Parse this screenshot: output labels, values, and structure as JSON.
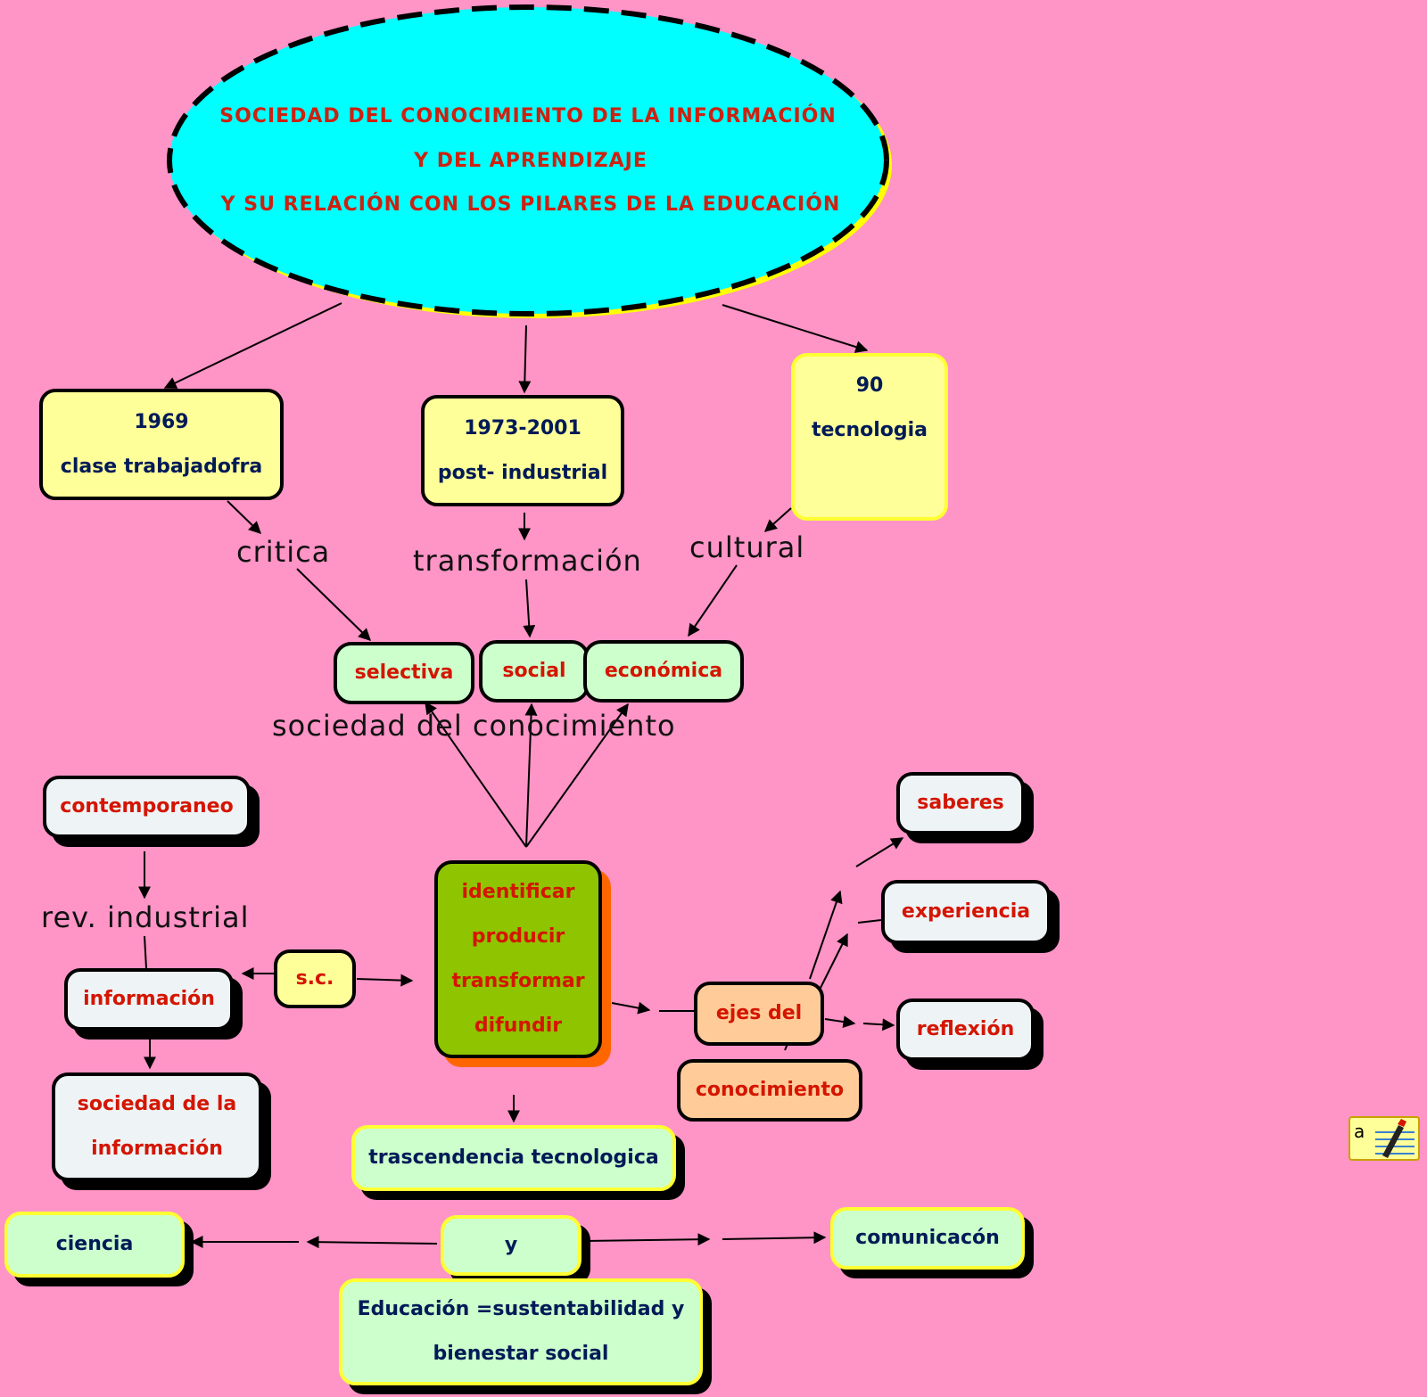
{
  "title": {
    "line1": "SOCIEDAD DEL CONOCIMIENTO DE LA INFORMACIÓN",
    "line2": "Y DEL APRENDIZAJE",
    "line3": "Y SU RELACIÓN CON LOS PILARES DE LA EDUCACIÓN"
  },
  "eras": {
    "e1969": {
      "year": "1969",
      "text": "clase trabajadofra"
    },
    "e1973": {
      "year": "1973-2001",
      "text": "post- industrial"
    },
    "e90": {
      "year": "90",
      "text": "tecnologia"
    }
  },
  "linking_phrases": {
    "critica": "critica",
    "transformacion": "transformación",
    "cultural": "cultural",
    "sociedad_conocimiento": "sociedad del conocimiento",
    "rev_industrial": "rev. industrial"
  },
  "types": {
    "selectiva": "selectiva",
    "social": "social",
    "economica": "económica"
  },
  "left": {
    "contemporaneo": "contemporaneo",
    "informacion": "información",
    "sociedad_info_1": "sociedad de la",
    "sociedad_info_2": "información",
    "sc": "s.c."
  },
  "center": {
    "verbs": [
      "identificar",
      "producir",
      "transformar",
      "difundir"
    ],
    "trascendencia": "trascendencia tecnologica"
  },
  "ejes": {
    "ejes_del": "ejes del",
    "conocimiento": "conocimiento",
    "saberes": "saberes",
    "experiencia": "experiencia",
    "reflexion": "reflexión"
  },
  "bottom": {
    "ciencia": "ciencia",
    "y": "y",
    "comunicacion": "comunicacón",
    "educacion_1": "Educación =sustentabilidad y",
    "educacion_2": "bienestar social"
  },
  "icons": {
    "concept_tool": "annotation-pencil-icon"
  },
  "colors": {
    "background": "#ff94c6",
    "title_ellipse": "#00ffff",
    "title_text": "#cc2211",
    "yellow_node": "#ffff99",
    "mint_node": "#ccffcc",
    "olive_node": "#8fc400",
    "peach_node": "#ffcc99"
  }
}
